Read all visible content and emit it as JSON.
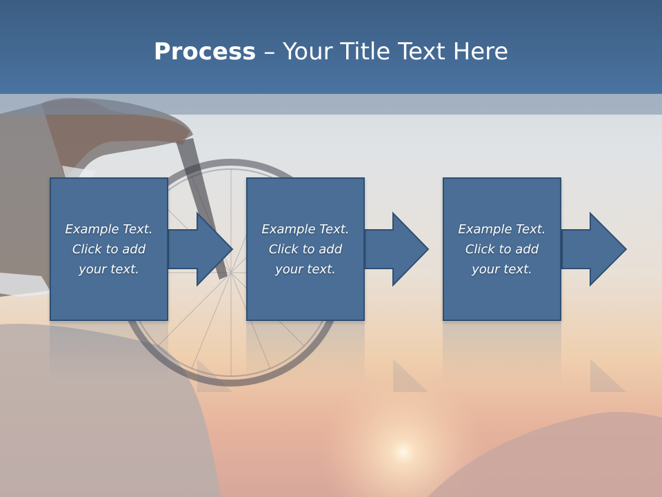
{
  "slide": {
    "title_bold": "Process",
    "title_rest": " – Your Title Text Here"
  },
  "steps": [
    {
      "text": "Example Text.\nClick  to add\nyour text."
    },
    {
      "text": "Example Text.\nClick  to add\nyour text."
    },
    {
      "text": "Example Text.\nClick  to add\nyour text."
    }
  ],
  "colors": {
    "title_bar": "#4a73a0",
    "box_fill": "#4a6e96",
    "box_border": "#2e4f73"
  }
}
